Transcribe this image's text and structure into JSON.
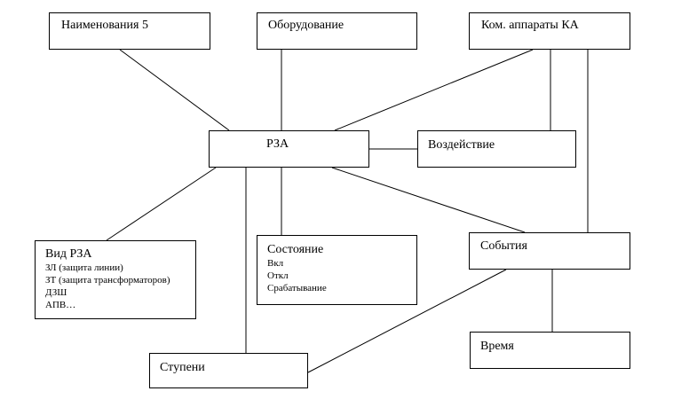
{
  "nodes": {
    "naimenovaniya": {
      "title": "Наименования 5"
    },
    "oborudovanie": {
      "title": "Оборудование"
    },
    "kom_apparaty": {
      "title": "Ком. аппараты КА"
    },
    "rza": {
      "title": "РЗА"
    },
    "vozdeystvie": {
      "title": "Воздействие"
    },
    "vid_rza": {
      "title": "Вид РЗА",
      "items": [
        "ЗЛ (защита линии)",
        "ЗТ (защита трансформаторов)",
        "ДЗШ",
        "АПВ…"
      ]
    },
    "sostoyanie": {
      "title": "Состояние",
      "items": [
        "Вкл",
        "Откл",
        "Срабатывание"
      ]
    },
    "sobytiya": {
      "title": "События"
    },
    "vremya": {
      "title": "Время"
    },
    "stupeni": {
      "title": "Ступени"
    }
  }
}
